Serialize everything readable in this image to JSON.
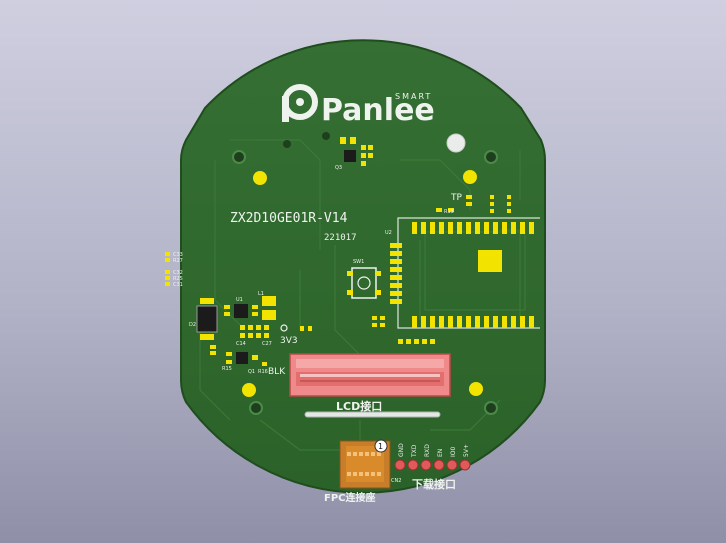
{
  "board": {
    "brand_small": "SMART",
    "brand_name": "Panlee",
    "model": "ZX2D10GE01R-V14",
    "date": "221017",
    "lcd_label": "LCD接口",
    "fpc_label": "FPC连接座",
    "download_label": "下载接口",
    "pin1_marker": "1",
    "labels": {
      "tp": "TP",
      "v33": "3V3",
      "blk": "BLK",
      "sw1": "SW1",
      "u1": "U1",
      "u2": "U2",
      "l1": "L1",
      "d2": "D2",
      "q1": "Q1",
      "q3": "Q3",
      "cn2": "CN2",
      "c33": "C33",
      "r27": "R27",
      "c32": "C32",
      "r25": "R25",
      "c31": "C31",
      "r13": "R13",
      "r16": "R16",
      "r15": "R15",
      "c14": "C14",
      "c27": "C27"
    },
    "header_pins": [
      "GND",
      "TXD",
      "RXD",
      "EN",
      "IO0",
      "5V+"
    ]
  },
  "colors": {
    "pcb": "#2f6a2e",
    "pcb_edge": "#255824",
    "gold": "#f2e400",
    "silk": "#eef3ee",
    "connector": "#f08a8a",
    "fpc": "#d98a2a",
    "background_top": "#cfcfe0",
    "background_bottom": "#8f90a8"
  }
}
